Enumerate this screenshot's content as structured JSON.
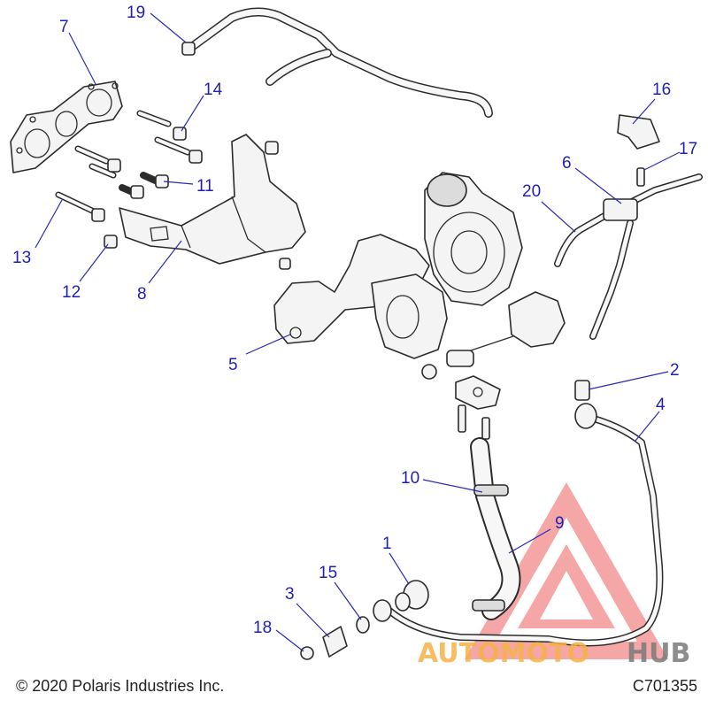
{
  "callouts": [
    {
      "id": "1",
      "text": "1"
    },
    {
      "id": "2",
      "text": "2"
    },
    {
      "id": "3",
      "text": "3"
    },
    {
      "id": "4",
      "text": "4"
    },
    {
      "id": "5",
      "text": "5"
    },
    {
      "id": "6",
      "text": "6"
    },
    {
      "id": "7",
      "text": "7"
    },
    {
      "id": "8",
      "text": "8"
    },
    {
      "id": "9",
      "text": "9"
    },
    {
      "id": "10",
      "text": "10"
    },
    {
      "id": "11",
      "text": "11"
    },
    {
      "id": "12",
      "text": "12"
    },
    {
      "id": "13",
      "text": "13"
    },
    {
      "id": "14",
      "text": "14"
    },
    {
      "id": "15",
      "text": "15"
    },
    {
      "id": "16",
      "text": "16"
    },
    {
      "id": "17",
      "text": "17"
    },
    {
      "id": "18",
      "text": "18"
    },
    {
      "id": "19",
      "text": "19"
    },
    {
      "id": "20",
      "text": "20"
    }
  ],
  "footer": {
    "copyright": "© 2020 Polaris Industries Inc.",
    "code": "C701355"
  },
  "watermark": {
    "text_a": "AUTOMOTO",
    "text_b": "HUB",
    "color_primary": "#f26d6d",
    "color_secondary": "#f5b24a",
    "color_dark": "#7a7a7a"
  },
  "colors": {
    "callout": "#1f1fb4",
    "line_art": "#2b2b2b"
  }
}
